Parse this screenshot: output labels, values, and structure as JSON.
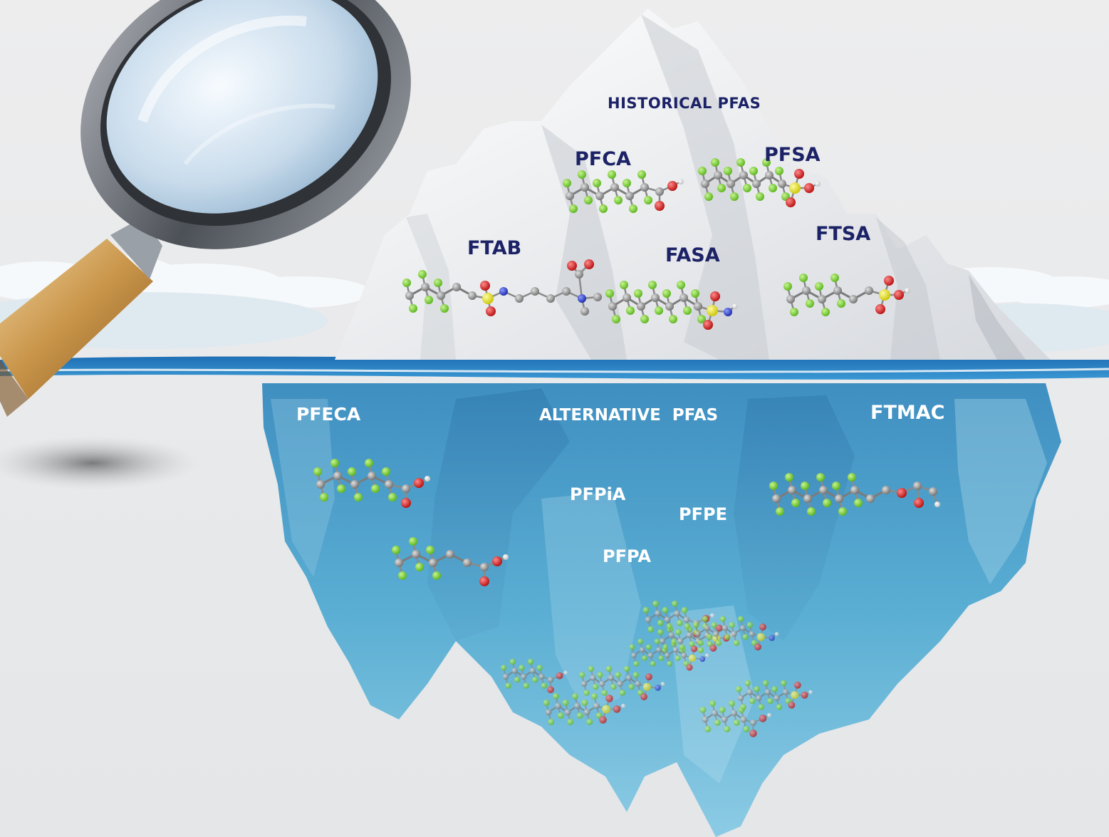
{
  "figure": {
    "heading_above": "HISTORICAL PFAS",
    "heading_below": "ALTERNATIVE  PFAS",
    "historical_labels": [
      "PFCA",
      "PFSA",
      "FTAB",
      "FASA",
      "FTSA"
    ],
    "alternative_labels": [
      "PFECA",
      "FTMAC",
      "PFPiA",
      "PFPE",
      "PFPA"
    ]
  },
  "colors": {
    "background": "#e9eaeb",
    "dark_label": "#1c2266",
    "light_label": "#ffffff",
    "water": "#2e7fbf",
    "ice_underwater": "#4ea6cf",
    "atom_carbon": "#8c8c8c",
    "atom_fluorine": "#7cd633",
    "atom_oxygen": "#e01b1b",
    "atom_sulfur": "#e8e62a",
    "atom_nitrogen": "#2c3fd6",
    "atom_hydrogen": "#f2f2f2"
  }
}
